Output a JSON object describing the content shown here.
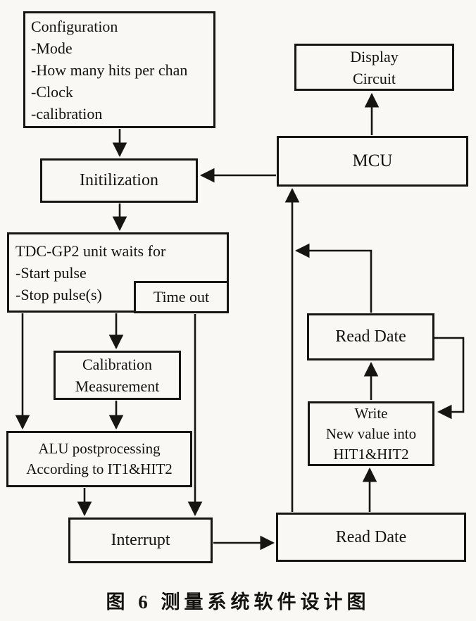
{
  "figure": {
    "caption": "图 6  测量系统软件设计图"
  },
  "colors": {
    "ink": "#171512",
    "paper": "#faf8f4"
  },
  "nodes": {
    "configuration": {
      "lines": [
        "Configuration",
        "-Mode",
        "-How many hits per chan",
        "-Clock",
        "-calibration"
      ]
    },
    "display_circuit": {
      "lines": [
        "Display",
        "Circuit"
      ]
    },
    "initialization": {
      "label": "Initilization"
    },
    "mcu": {
      "label": "MCU"
    },
    "tdc_wait": {
      "lines": [
        "TDC-GP2 unit waits for",
        "-Start pulse",
        "-Stop pulse(s)"
      ]
    },
    "timeout": {
      "label": "Time out"
    },
    "calibration": {
      "lines": [
        "Calibration",
        "Measurement"
      ]
    },
    "read_date_top": {
      "label": "Read Date"
    },
    "alu": {
      "lines": [
        "ALU postprocessing",
        "According to IT1&HIT2"
      ]
    },
    "write": {
      "lines": [
        "Write",
        "New value into",
        "HIT1&HIT2"
      ]
    },
    "interrupt": {
      "label": "Interrupt"
    },
    "read_date_bottom": {
      "label": "Read Date"
    }
  },
  "edges": [
    {
      "from": "configuration",
      "to": "initialization"
    },
    {
      "from": "mcu",
      "to": "initialization"
    },
    {
      "from": "mcu",
      "to": "display_circuit"
    },
    {
      "from": "initialization",
      "to": "tdc_wait"
    },
    {
      "from": "tdc_wait",
      "to": "alu"
    },
    {
      "from": "tdc_wait",
      "to": "calibration"
    },
    {
      "from": "calibration",
      "to": "alu"
    },
    {
      "from": "timeout",
      "to": "interrupt"
    },
    {
      "from": "alu",
      "to": "interrupt"
    },
    {
      "from": "interrupt",
      "to": "read_date_bottom"
    },
    {
      "from": "read_date_bottom",
      "to": "mcu"
    },
    {
      "from": "read_date_bottom",
      "to": "write"
    },
    {
      "from": "write",
      "to": "read_date_top"
    },
    {
      "from": "read_date_top",
      "to": "mcu"
    },
    {
      "from": "read_date_top",
      "to": "write"
    }
  ]
}
